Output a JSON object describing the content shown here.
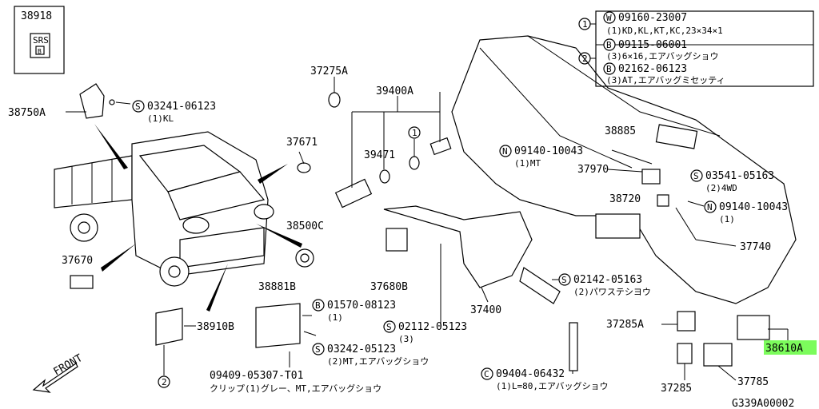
{
  "inset": {
    "part_no": "38918",
    "srs_label": "SRS",
    "srs_letter": "B"
  },
  "legend": {
    "row1_num": "1",
    "row1_circle": "W",
    "row1_code": "09160-23007",
    "row1_note": "(1)KD,KL,KT,KC,23×34×1",
    "row2_num": "2",
    "row2a_circle": "B",
    "row2a_code": "09115-06001",
    "row2a_note": "(3)6×16,エアバッグショウ",
    "row2b_circle": "B",
    "row2b_code": "02162-06123",
    "row2b_note": "(3)AT,エアバッグミセッティ"
  },
  "parts": {
    "p38750A": "38750A",
    "s03241": "03241-06123",
    "s03241_note": "(1)KL",
    "s03241_c": "S",
    "p37275A": "37275A",
    "p39400A": "39400A",
    "p37671": "37671",
    "p39471": "39471",
    "ref1": "1",
    "n09140a": "09140-10043",
    "n09140a_note": "(1)MT",
    "n09140a_c": "N",
    "p38885": "38885",
    "p37970": "37970",
    "s03541": "03541-05163",
    "s03541_note": "(2)4WD",
    "s03541_c": "S",
    "p38720": "38720",
    "n09140b": "09140-10043",
    "n09140b_note": "(1)",
    "n09140b_c": "N",
    "p38500C": "38500C",
    "p37740": "37740",
    "p37670": "37670",
    "p38881B": "38881B",
    "p37680B": "37680B",
    "s02142": "02142-05163",
    "s02142_note": "(2)パワステシヨウ",
    "s02142_c": "S",
    "b01570": "01570-08123",
    "b01570_note": "(1)",
    "b01570_c": "B",
    "p37400": "37400",
    "p38910B": "38910B",
    "s02112": "02112-05123",
    "s02112_note": "(3)",
    "s02112_c": "S",
    "p37285A": "37285A",
    "p38610A": "38610A",
    "s03242": "03242-05123",
    "s03242_note": "(2)MT,エアバッグショウ",
    "s03242_c": "S",
    "clip_code": "09409-05307-T01",
    "clip_note": "クリップ(1)グレー、MT,エアバッグショウ",
    "c09404": "09404-06432",
    "c09404_note": "(1)L=80,エアバッグショウ",
    "c09404_c": "C",
    "p37785": "37785",
    "p37285": "37285",
    "ref2": "2",
    "front": "FRONT",
    "diagram_id": "G339A00002"
  },
  "colors": {
    "highlight": "#7CFC5C",
    "ink": "#000000"
  }
}
